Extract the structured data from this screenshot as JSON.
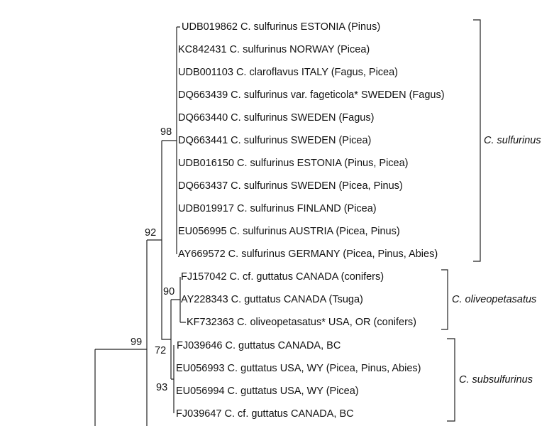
{
  "taxa": [
    "UDB019862 C. sulfurinus ESTONIA (Pinus)",
    "KC842431 C. sulfurinus NORWAY (Picea)",
    "UDB001103 C. claroflavus ITALY (Fagus, Picea)",
    "DQ663439 C. sulfurinus var. fageticola* SWEDEN (Fagus)",
    "DQ663440 C. sulfurinus SWEDEN (Fagus)",
    "DQ663441 C. sulfurinus SWEDEN (Picea)",
    "UDB016150 C. sulfurinus ESTONIA (Pinus, Picea)",
    "DQ663437 C. sulfurinus SWEDEN (Picea, Pinus)",
    "UDB019917 C. sulfurinus FINLAND (Picea)",
    "EU056995 C. sulfurinus AUSTRIA (Picea, Pinus)",
    "AY669572 C. sulfurinus GERMANY (Picea, Pinus, Abies)",
    "FJ157042 C. cf. guttatus CANADA (conifers)",
    "AY228343 C. guttatus CANADA (Tsuga)",
    "KF732363 C. oliveopetasatus* USA, OR (conifers)",
    "FJ039646 C. guttatus CANADA, BC",
    "EU056993 C. guttatus USA, WY (Picea, Pinus, Abies)",
    "EU056994 C. guttatus USA, WY (Picea)",
    "FJ039647 C. cf. guttatus CANADA, BC"
  ],
  "bootstrap": {
    "n98": "98",
    "n92": "92",
    "n90": "90",
    "n99": "99",
    "n72": "72",
    "n93": "93"
  },
  "clades": {
    "sulfurinus": "C. sulfurinus",
    "oliveopetasatus": "C. oliveopetasatus",
    "subsulfurinus": "C. subsulfurinus"
  }
}
